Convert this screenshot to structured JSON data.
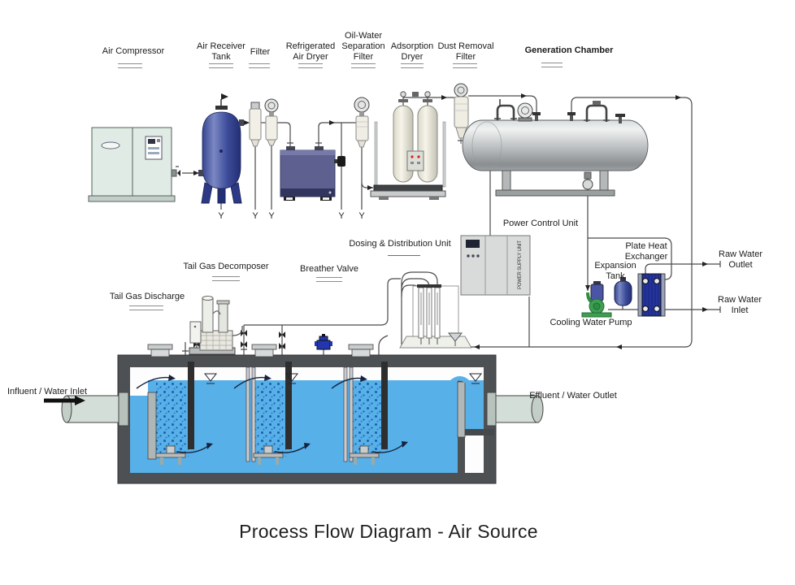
{
  "title": "Process Flow Diagram - Air Source",
  "labels": {
    "air_compressor": "Air Compressor",
    "air_receiver_tank": "Air Receiver\nTank",
    "filter": "Filter",
    "refrigerated_air_dryer": "Refrigerated\nAir Dryer",
    "oil_water_separation_filter": "Oil-Water\nSeparation\nFilter",
    "adsorption_dryer": "Adsorption\nDryer",
    "dust_removal_filter": "Dust Removal\nFilter",
    "generation_chamber": "Generation Chamber",
    "power_control_unit": "Power Control Unit",
    "power_supply_unit": "POWER SUPPLY UNIT",
    "dosing_distribution_unit": "Dosing & Distribution Unit",
    "breather_valve": "Breather Valve",
    "tail_gas_decomposer": "Tail Gas Decomposer",
    "tail_gas_discharge": "Tail Gas Discharge",
    "plate_heat_exchanger": "Plate Heat\nExchanger",
    "expansion_tank": "Expansion\nTank",
    "raw_water_outlet": "Raw Water Outlet",
    "raw_water_inlet": "Raw Water Inlet",
    "cooling_water_pump": "Cooling Water Pump",
    "influent": "Influent / Water Inlet",
    "effluent": "Effluent / Water Outlet",
    "drain_symbol": "Y"
  },
  "colors": {
    "line": "#4a4a4a",
    "water_blue": "#58b0e8",
    "bubble_blue": "#1a5fae",
    "tank_wall_gray": "#4d5154",
    "receiver_blue": "#36458f",
    "dryer_purple": "#5e618f",
    "chamber_gray": "#b5b9bb",
    "cabinet_gray": "#d8dbd9",
    "hx_navy": "#23339b",
    "pump_green": "#3f9e52",
    "valve_blue": "#2236b0"
  }
}
